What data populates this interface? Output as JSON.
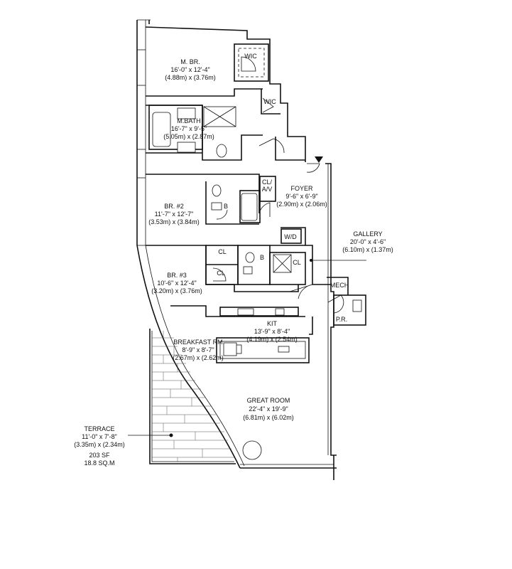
{
  "rooms": {
    "master_bedroom": {
      "name": "M. BR.",
      "dims_imperial": "16'-0\" x 12'-4\"",
      "dims_metric": "(4.88m) x (3.76m)"
    },
    "master_bath": {
      "name": "M.BATH",
      "dims_imperial": "16'-7\" x 9'-5\"",
      "dims_metric": "(5.05m) x (2.87m)"
    },
    "bedroom_2": {
      "name": "BR. #2",
      "dims_imperial": "11'-7\" x 12'-7\"",
      "dims_metric": "(3.53m) x (3.84m)"
    },
    "bedroom_3": {
      "name": "BR. #3",
      "dims_imperial": "10'-6\" x 12'-4\"",
      "dims_metric": "(3.20m) x (3.76m)"
    },
    "foyer": {
      "name": "FOYER",
      "dims_imperial": "9'-6\" x 6'-9\"",
      "dims_metric": "(2.90m) x (2.06m)"
    },
    "gallery": {
      "name": "GALLERY",
      "dims_imperial": "20'-0\" x 4'-6\"",
      "dims_metric": "(6.10m) x (1.37m)"
    },
    "kitchen": {
      "name": "KIT",
      "dims_imperial": "13'-9\" x 8'-4\"",
      "dims_metric": "(4.19m) x (2.54m)"
    },
    "breakfast_room": {
      "name": "BREAKFAST RM",
      "dims_imperial": "8'-9\" x 8'-7\"",
      "dims_metric": "(2.67m) x (2.62m)"
    },
    "great_room": {
      "name": "GREAT ROOM",
      "dims_imperial": "22'-4\" x 19'-9\"",
      "dims_metric": "(6.81m) x (6.02m)"
    },
    "terrace": {
      "name": "TERRACE",
      "dims_imperial": "11'-0\" x 7'-8\"",
      "dims_metric": "(3.35m) x (2.34m)",
      "area_sf": "203 SF",
      "area_sqm": "18.8 SQ.M"
    }
  },
  "small_labels": {
    "wic_1": "WIC",
    "wic_2": "WIC",
    "cl_av": "CL/",
    "cl_av_2": "A/V",
    "wd": "W/D",
    "mech": "MECH",
    "pr": "P.R.",
    "cl_1": "CL",
    "cl_2": "CL",
    "cl_3": "CL",
    "bath_2": "B",
    "bath_3": "B"
  }
}
